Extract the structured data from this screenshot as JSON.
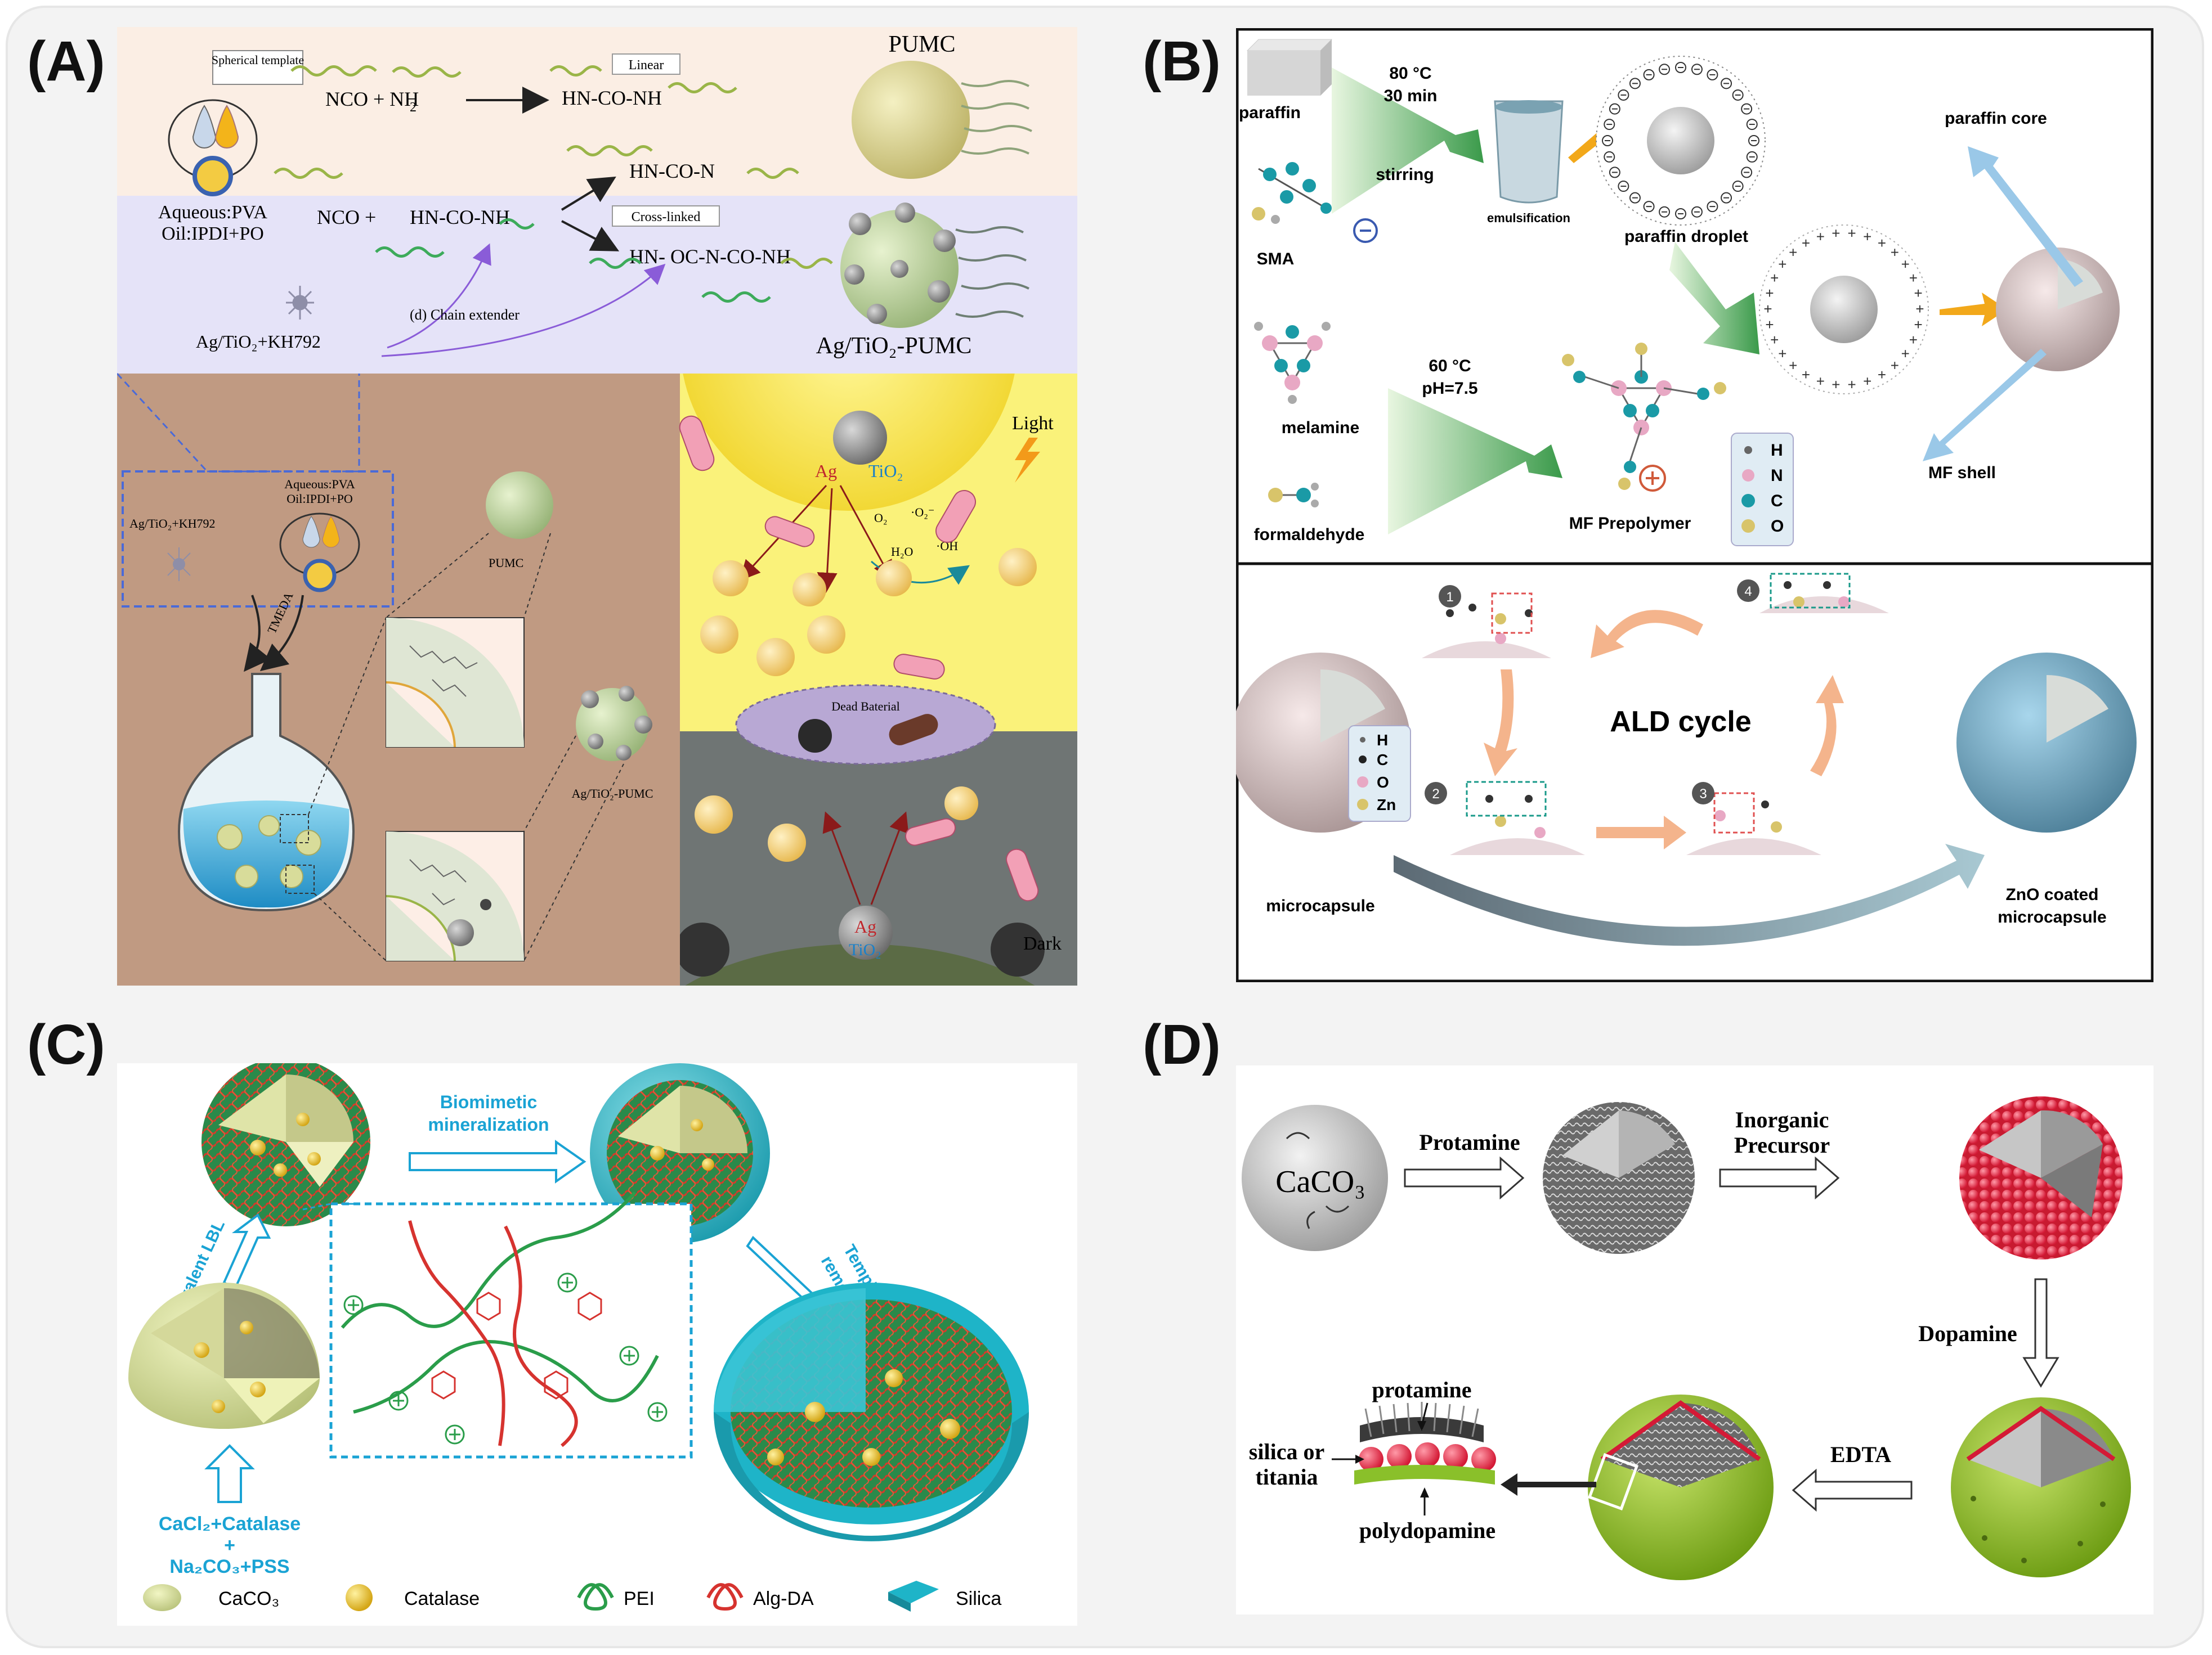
{
  "panel_labels": {
    "a": "(A)",
    "b": "(B)",
    "c": "(C)",
    "d": "(D)"
  },
  "panel_a": {
    "spherical_template": "Spherical template",
    "aqueous_pva": "Aqueous:PVA",
    "oil_ipdi_po": "Oil:IPDI+PO",
    "reaction1_left": "NCO + NH",
    "reaction1_sub": "2",
    "reaction1_right": "HN-CO-NH",
    "linear": "Linear",
    "pumc": "PUMC",
    "reaction2_left": "NCO +",
    "reaction2_mid": "HN-CO-NH",
    "product_top": "HN-CO-N",
    "cross_linked": "Cross-linked",
    "product_bottom": "HN- OC-N-CO-NH",
    "ag_tio2_kh792": "Ag/TiO₂+KH792",
    "chain_extender": "(d) Chain extender",
    "ag_tio2_pumc": "Ag/TiO₂-PUMC",
    "small_ag_tio2_kh792": "Ag/TiO₂+KH792",
    "small_aqueous": "Aqueous:PVA",
    "small_oil": "Oil:IPDI+PO",
    "tmeda": "TMEDA",
    "small_pumc": "PUMC",
    "small_ag_tio2_pumc": "Ag/TiO₂-PUMC",
    "light": "Light",
    "ag": "Ag",
    "tio2": "TiO₂",
    "o2": "O₂",
    "o2_radical": "·O₂⁻",
    "h2o": "H₂O",
    "oh": "·OH",
    "dead_bacterial": "Dead Baterial",
    "dark": "Dark",
    "ag_bottom": "Ag",
    "tio2_bottom": "TiO₂"
  },
  "panel_b": {
    "paraffin": "paraffin",
    "temp1": "80 °C",
    "time1": "30 min",
    "stirring": "stirring",
    "emulsification": "emulsification",
    "paraffin_droplet": "paraffin droplet",
    "sma": "SMA",
    "melamine": "melamine",
    "formaldehyde": "formaldehyde",
    "temp2": "60 °C",
    "ph": "pH=7.5",
    "mf_prepolymer": "MF Prepolymer",
    "paraffin_core": "paraffin core",
    "mf_shell": "MF shell",
    "legend_h": "H",
    "legend_n": "N",
    "legend_c": "C",
    "legend_o": "O",
    "ald_cycle": "ALD cycle",
    "legend2_h": "H",
    "legend2_c": "C",
    "legend2_o": "O",
    "legend2_zn": "Zn",
    "step1": "1",
    "step2": "2",
    "step3": "3",
    "step4": "4",
    "microcapsule": "microcapsule",
    "zno_line1": "ZnO coated",
    "zno_line2": "microcapsule"
  },
  "panel_c": {
    "biomimetic_line1": "Biomimetic",
    "biomimetic_line2": "mineralization",
    "covalent_lbl": "Covalent LBL",
    "template_line1": "Template",
    "template_line2": "removal",
    "recipe_line1": "CaCl₂+Catalase",
    "recipe_plus": "+",
    "recipe_line2": "Na₂CO₃+PSS",
    "legend_caco3": "CaCO₃",
    "legend_catalase": "Catalase",
    "legend_pei": "PEI",
    "legend_algda": "Alg-DA",
    "legend_silica": "Silica"
  },
  "panel_d": {
    "caco3": "CaCO₃",
    "protamine_step": "Protamine",
    "inorganic_line1": "Inorganic",
    "inorganic_line2": "Precursor",
    "dopamine": "Dopamine",
    "edta": "EDTA",
    "protamine_label": "protamine",
    "silica_line1": "silica or",
    "silica_line2": "titania",
    "polydopamine": "polydopamine"
  },
  "colors": {
    "panel_a_top": "#fbeee4",
    "panel_a_mid": "#e5e3f8",
    "panel_a_brown": "#c09a82",
    "panel_a_yellow": "#faf27a",
    "panel_a_dark": "#6f7574",
    "cyan_text": "#1aa3d4",
    "green_chain": "#2a9d4a",
    "red_chain": "#d6332f",
    "silica": "#2ab3c6",
    "sphere_green": "#9cc01e",
    "sphere_red": "#e8334a"
  }
}
